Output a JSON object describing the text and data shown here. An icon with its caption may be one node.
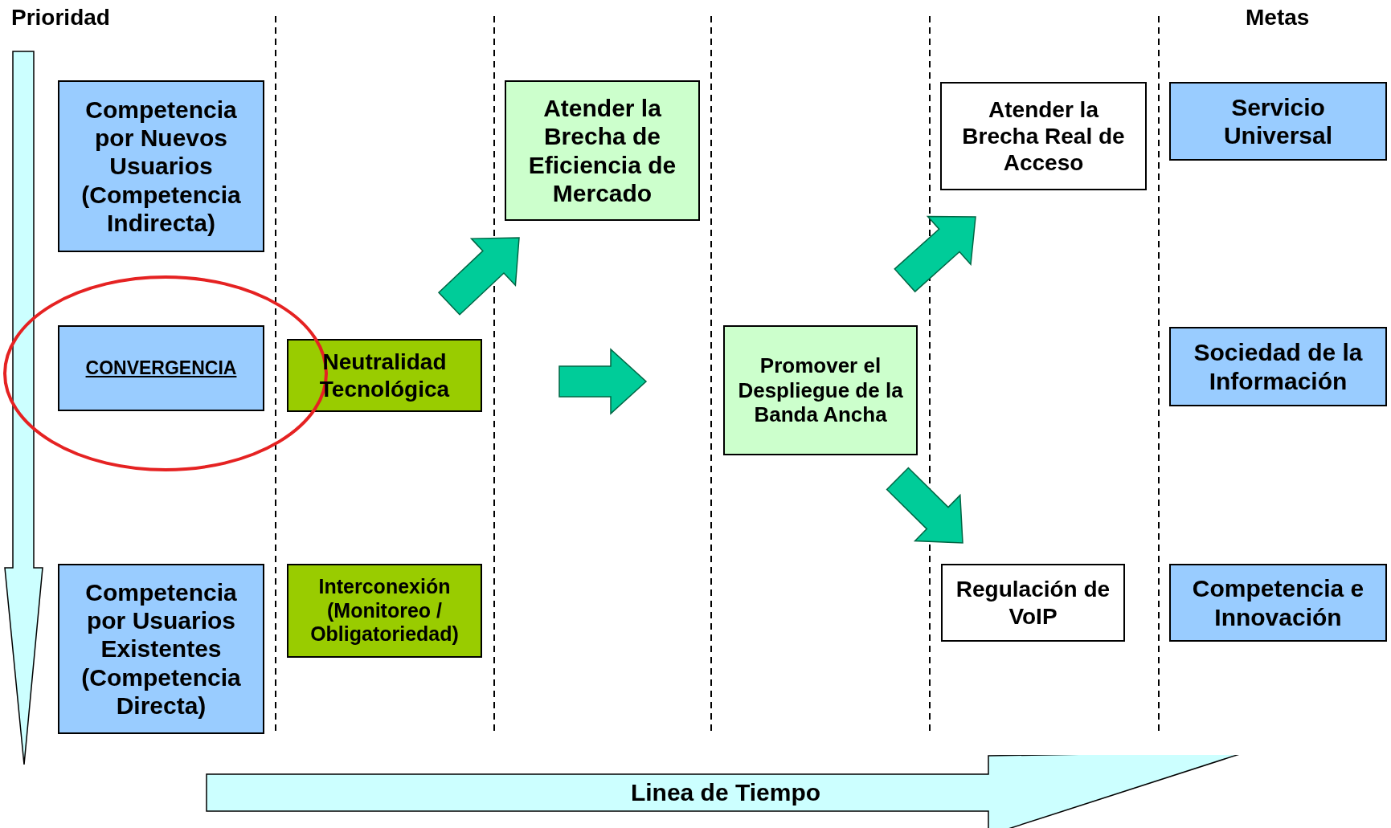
{
  "diagram": {
    "nodes": [
      {
        "text": [
          "Competencia por Nuevos Usuarios (Competencia Indirecta)"
        ]
      },
      {
        "text": [
          "CONVERGENCIA"
        ]
      },
      {
        "text": [
          "Competencia por Usuarios Existentes (Competencia Directa)"
        ]
      },
      {
        "text": [
          "Neutralidad Tecnológica"
        ]
      },
      {
        "text": [
          "Interconexión (Monitoreo / Obligatoriedad)"
        ]
      },
      {
        "text": [
          "Atender la Brecha de Eficiencia de Mercado"
        ]
      },
      {
        "text": [
          "Promover el Despliegue de la Banda Ancha"
        ]
      },
      {
        "text": [
          "Atender la Brecha Real de Acceso"
        ]
      },
      {
        "text": [
          "Regulación de VoIP"
        ]
      },
      {
        "text": [
          "Servicio Universal"
        ]
      },
      {
        "text": [
          "Sociedad de la Información"
        ]
      },
      {
        "text": [
          "Competencia e Innovación"
        ]
      },
      {
        "text": [
          "Linea de Tiempo"
        ]
      }
    ],
    "edges": [
      {
        "from": 3,
        "to": 5,
        "arrow": "to"
      },
      {
        "from": 3,
        "to": 6,
        "arrow": "to"
      },
      {
        "from": 6,
        "to": 7,
        "arrow": "to"
      },
      {
        "from": 6,
        "to": 8,
        "arrow": "to"
      }
    ],
    "labels": [
      "Prioridad",
      "Metas"
    ]
  }
}
